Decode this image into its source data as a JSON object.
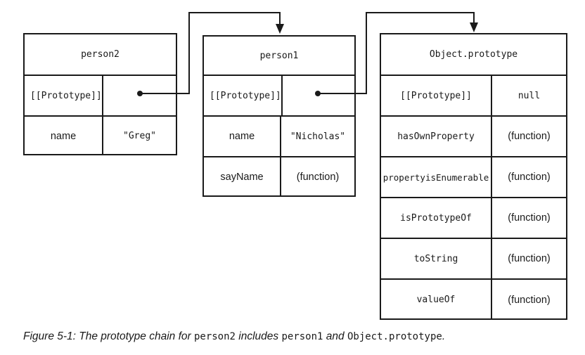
{
  "person2": {
    "title": "person2",
    "prototype_label": "[[Prototype]]",
    "rows": [
      {
        "key": "name",
        "value": "\"Greg\""
      }
    ]
  },
  "person1": {
    "title": "person1",
    "prototype_label": "[[Prototype]]",
    "rows": [
      {
        "key": "name",
        "value": "\"Nicholas\""
      },
      {
        "key": "sayName",
        "value": "(function)"
      }
    ]
  },
  "object_prototype": {
    "title": "Object.prototype",
    "rows": [
      {
        "key": "[[Prototype]]",
        "value": "null"
      },
      {
        "key": "hasOwnProperty",
        "value": "(function)"
      },
      {
        "key": "propertyisEnumerable",
        "value": "(function)"
      },
      {
        "key": "isPrototypeOf",
        "value": "(function)"
      },
      {
        "key": "toString",
        "value": "(function)"
      },
      {
        "key": "valueOf",
        "value": "(function)"
      }
    ]
  },
  "caption": {
    "prefix": "Figure 5-1: The prototype chain for ",
    "code1": "person2",
    "mid1": " includes ",
    "code2": "person1",
    "mid2": " and ",
    "code3": "Object.prototype",
    "suffix": "."
  }
}
